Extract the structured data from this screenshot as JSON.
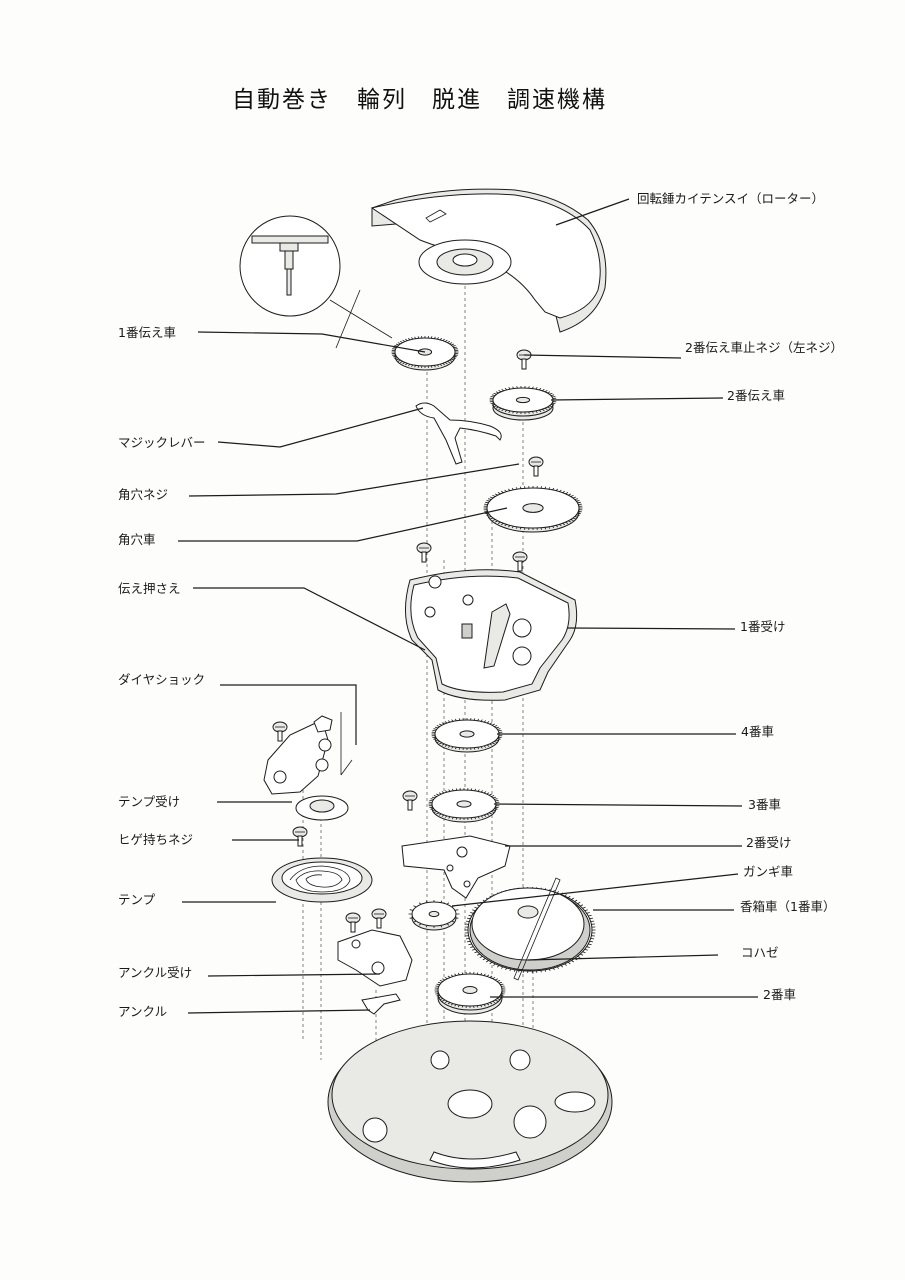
{
  "title": "自動巻き　輪列　脱進　調速機構",
  "labels": {
    "rotor": "回転錘カイテンスイ（ローター）",
    "first_transmission_wheel": "1番伝え車",
    "second_transmission_screw": "2番伝え車止ネジ（左ネジ）",
    "second_transmission_wheel": "2番伝え車",
    "magic_lever": "マジックレバー",
    "ratchet_screw": "角穴ネジ",
    "ratchet_wheel": "角穴車",
    "transmission_holder": "伝え押さえ",
    "first_bridge": "1番受け",
    "diashock": "ダイヤショック",
    "fourth_wheel": "4番車",
    "balance_bridge": "テンプ受け",
    "third_wheel": "3番車",
    "stud_screw": "ヒゲ持ちネジ",
    "second_bridge": "2番受け",
    "escape_wheel": "ガンギ車",
    "balance": "テンプ",
    "barrel": "香箱車（1番車）",
    "click": "コハゼ",
    "pallet_bridge": "アンクル受け",
    "second_wheel": "2番車",
    "pallet_fork": "アンクル"
  }
}
